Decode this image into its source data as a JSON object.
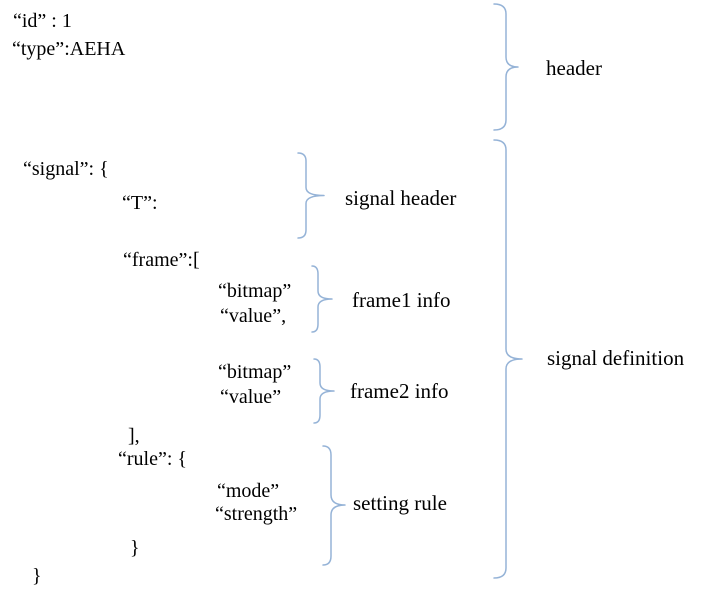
{
  "colors": {
    "brace": "#95b3d7",
    "text": "#000000",
    "background": "#ffffff"
  },
  "code": {
    "id_line": "“id” : 1",
    "type_line": "“type”:AEHA",
    "signal_open": "“signal”: {",
    "t_key": "“T”:",
    "frame_open": "“frame”:[",
    "frame1": {
      "bitmap": "“bitmap”",
      "value": "“value”,"
    },
    "frame2": {
      "bitmap": "“bitmap”",
      "value": "“value”"
    },
    "array_close": "],",
    "rule_open": "“rule”: {",
    "rule": {
      "mode": "“mode”",
      "strength": "“strength”"
    },
    "rule_close": "}",
    "root_close": "}"
  },
  "annotations": {
    "header": "header",
    "signal_header": "signal header",
    "frame1_info": "frame1 info",
    "frame2_info": "frame2 info",
    "setting_rule": "setting rule",
    "signal_definition": "signal definition"
  }
}
